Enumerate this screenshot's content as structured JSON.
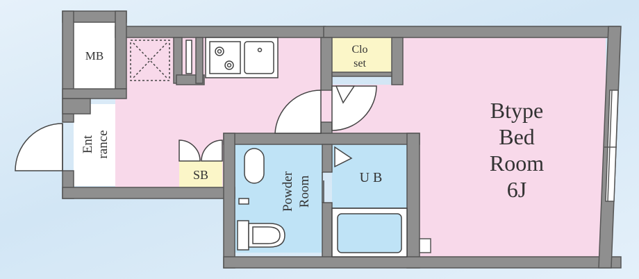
{
  "plan": {
    "colors": {
      "background": "#dcebf7",
      "wall": "#8f8f8f",
      "wall_outline": "#555555",
      "living_floor": "#f8d9ea",
      "wet_floor": "#bfe3f6",
      "storage": "#fbf6c8",
      "line": "#555555"
    },
    "rooms": {
      "mb": "MB",
      "closet_line1": "Clo",
      "closet_line2": "set",
      "bedroom_line1": "Btype",
      "bedroom_line2": "Bed",
      "bedroom_line3": "Room",
      "bedroom_line4": "6J",
      "entrance_line1": "Ent",
      "entrance_line2": "rance",
      "sb": "SB",
      "powder_line1": "Powder",
      "powder_line2": "Room",
      "ub": "U B"
    },
    "fixtures": [
      "washing-machine-pan",
      "refrigerator-space",
      "gas-stove",
      "kitchen-sink",
      "washbasin",
      "toilet",
      "bathtub",
      "window"
    ]
  }
}
